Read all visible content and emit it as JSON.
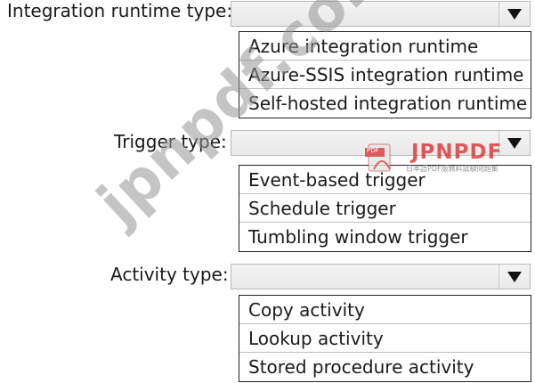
{
  "sections": [
    {
      "label": "Integration runtime type:",
      "options": [
        "Azure integration runtime",
        "Azure-SSIS integration runtime",
        "Self-hosted integration runtime"
      ]
    },
    {
      "label": "Trigger type:",
      "options": [
        "Event-based trigger",
        "Schedule trigger",
        "Tumbling window trigger"
      ]
    },
    {
      "label": "Activity type:",
      "options": [
        "Copy activity",
        "Lookup activity",
        "Stored procedure activity"
      ]
    }
  ],
  "watermark": {
    "diagonal_text": "jpnpdf.com",
    "logo_text": "JPNPDF",
    "logo_sub": "日本語PDF版無料試験問題集",
    "icon_label": "PDF"
  },
  "icons": {
    "dropdown": "triangle-down-icon",
    "watermark_logo": "pdf-file-icon"
  }
}
